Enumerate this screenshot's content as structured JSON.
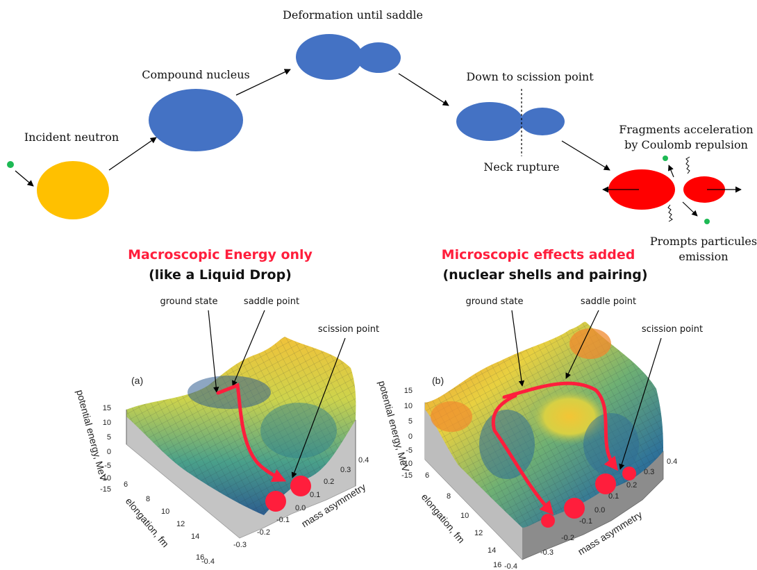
{
  "process": {
    "incident_neutron": "Incident neutron",
    "compound_nucleus": "Compound nucleus",
    "deformation": "Deformation until saddle",
    "down_to_scission": "Down to scission point",
    "neck_rupture": "Neck rupture",
    "fragments_line1": "Fragments acceleration",
    "fragments_line2": "by Coulomb repulsion",
    "prompts_line1": "Prompts particules",
    "prompts_line2": "emission"
  },
  "colors": {
    "neutron": "#1db954",
    "incident_nucleus": "#ffc000",
    "compound": "#4472c4",
    "fragments": "#ff0000",
    "path": "#ff1e3c"
  },
  "panels": [
    {
      "title_red": "Macroscopic Energy only",
      "title_black": "(like a Liquid Drop)",
      "panel_label": "(a)",
      "ground_state": "ground state",
      "saddle_point": "saddle point",
      "scission_point": "scission point",
      "z_label": "potential energy, MeV",
      "x_label": "elongation, fm",
      "y_label": "mass asymmetry",
      "z_ticks": [
        "15",
        "10",
        "5",
        "0",
        "-5",
        "-10",
        "-15"
      ],
      "x_ticks": [
        "6",
        "8",
        "10",
        "12",
        "14",
        "16"
      ],
      "y_ticks": [
        "0.4",
        "0.3",
        "0.2",
        "0.1",
        "0.0",
        "-0.1",
        "-0.2",
        "-0.3",
        "-0.4"
      ]
    },
    {
      "title_red": "Microscopic effects added",
      "title_black": "(nuclear shells and pairing)",
      "panel_label": "(b)",
      "ground_state": "ground state",
      "saddle_point": "saddle point",
      "scission_point": "scission point",
      "z_label": "potential energy, MeV",
      "x_label": "elongation, fm",
      "y_label": "mass asymmetry",
      "z_ticks": [
        "15",
        "10",
        "5",
        "0",
        "-5",
        "-10",
        "-15"
      ],
      "x_ticks": [
        "6",
        "8",
        "10",
        "12",
        "14",
        "16"
      ],
      "y_ticks": [
        "0.4",
        "0.3",
        "0.2",
        "0.1",
        "0.0",
        "-0.1",
        "-0.2",
        "-0.3",
        "-0.4"
      ]
    }
  ]
}
